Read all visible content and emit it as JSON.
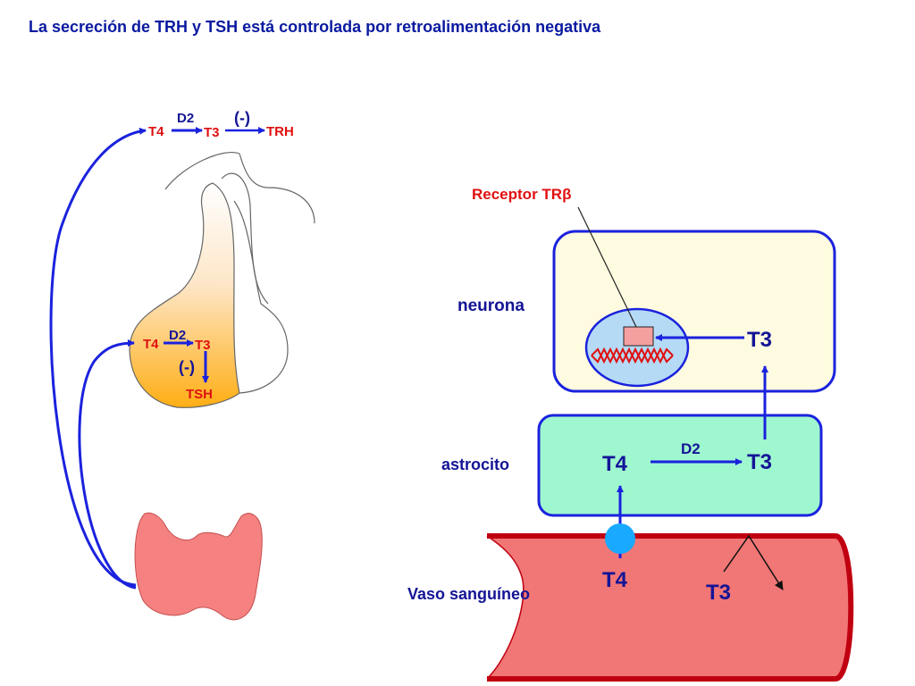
{
  "title": "La secreción de TRH y TSH está controlada por retroalimentación negativa",
  "hypothalamus": {
    "t4": "T4",
    "d2": "D2",
    "t3": "T3",
    "inhibit": "(-)",
    "trh": "TRH"
  },
  "pituitary": {
    "t4": "T4",
    "d2": "D2",
    "t3": "T3",
    "inhibit": "(-)",
    "tsh": "TSH"
  },
  "brain_panel": {
    "receptor_label": "Receptor TRβ",
    "neuron_label": "neurona",
    "neuron_t3": "T3",
    "astrocyte_label": "astrocito",
    "astro_t4": "T4",
    "astro_d2": "D2",
    "astro_t3": "T3",
    "vessel_label": "Vaso sanguíneo",
    "vessel_t4": "T4",
    "vessel_t3": "T3"
  },
  "colors": {
    "title": "#0a1aa0",
    "arrow_blue": "#1a22dd",
    "label_red": "#e01010",
    "label_navy": "#141496",
    "neuron_fill": "#fffbe0",
    "nucleus_fill": "#b5daf6",
    "astrocyte_fill": "#9ff7d0",
    "vessel_fill": "#f17676",
    "vessel_outline": "#c00010",
    "thyroid_fill": "#f58181",
    "pituitary_gradient_top": "#ffffff",
    "pituitary_gradient_bottom": "#ffae14",
    "transporter_dot": "#19a9ff"
  }
}
